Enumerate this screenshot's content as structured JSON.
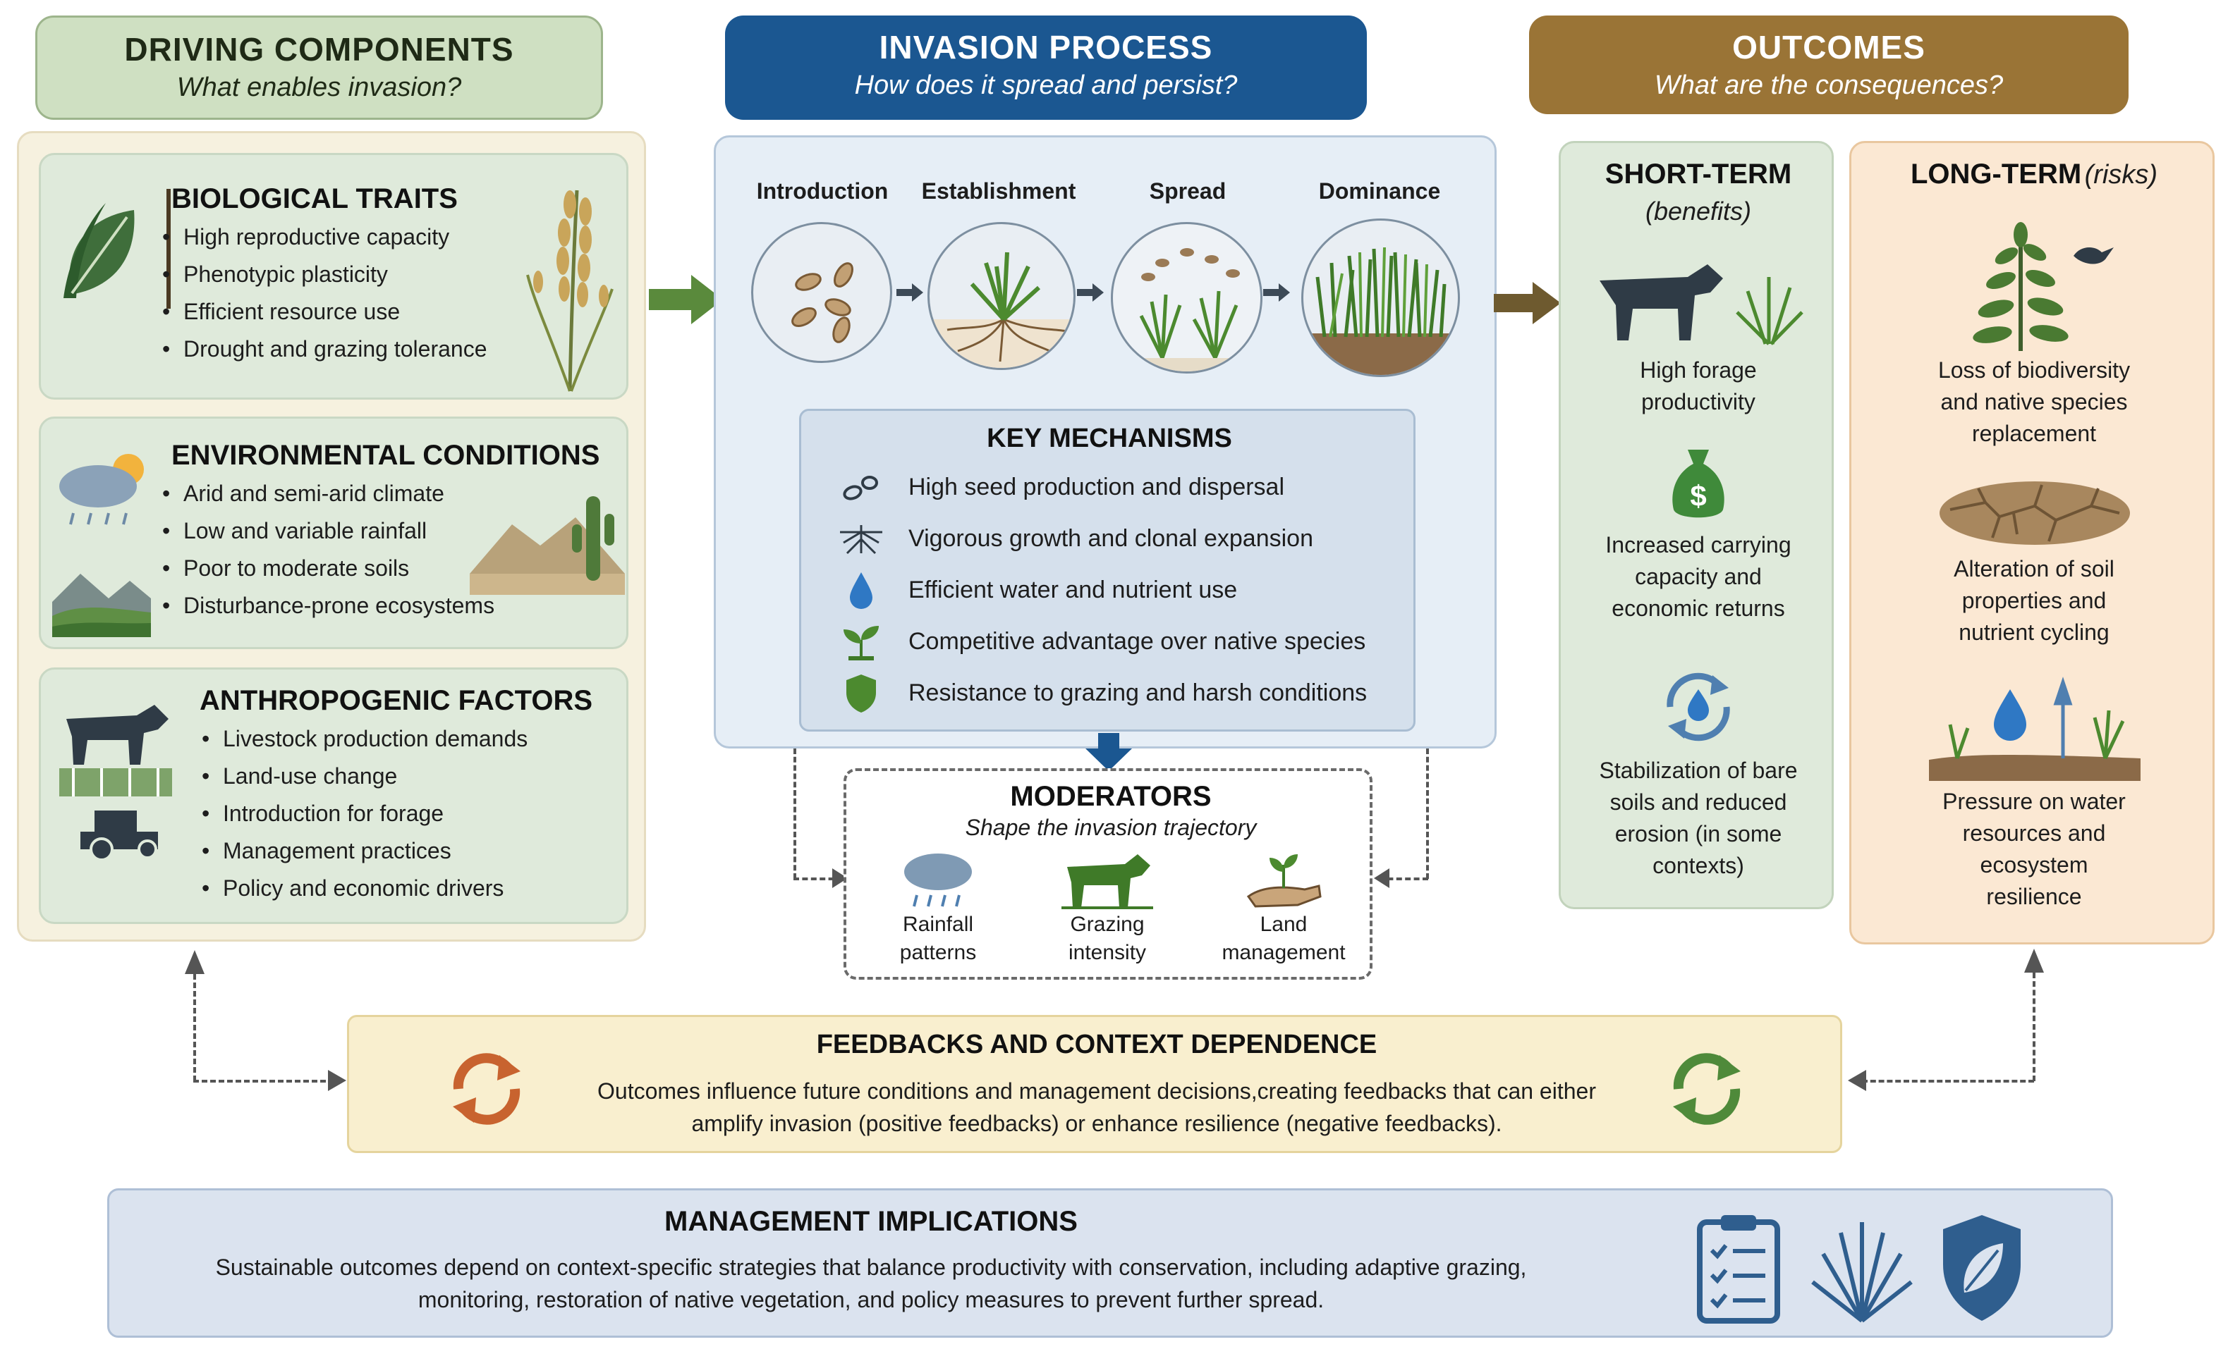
{
  "driving": {
    "title": "DRIVING COMPONENTS",
    "subtitle": "What enables invasion?",
    "biological": {
      "title": "BIOLOGICAL TRAITS",
      "items": [
        "High reproductive capacity",
        "Phenotypic plasticity",
        "Efficient resource use",
        "Drought and grazing tolerance"
      ]
    },
    "environmental": {
      "title": "ENVIRONMENTAL CONDITIONS",
      "items": [
        "Arid and semi-arid climate",
        "Low and variable rainfall",
        "Poor to moderate soils",
        "Disturbance-prone ecosystems"
      ]
    },
    "anthropogenic": {
      "title": "ANTHROPOGENIC FACTORS",
      "items": [
        "Livestock production demands",
        "Land-use change",
        "Introduction for forage",
        "Management practices",
        "Policy and economic drivers"
      ]
    }
  },
  "invasion": {
    "title": "INVASION PROCESS",
    "subtitle": "How does it spread and persist?",
    "stages": [
      "Introduction",
      "Establishment",
      "Spread",
      "Dominance"
    ],
    "mechanisms": {
      "title": "KEY MECHANISMS",
      "items": [
        {
          "icon": "seeds-icon",
          "text": "High seed production and dispersal"
        },
        {
          "icon": "roots-icon",
          "text": "Vigorous growth and clonal expansion"
        },
        {
          "icon": "water-drop-icon",
          "text": "Efficient water and nutrient use"
        },
        {
          "icon": "seedling-icon",
          "text": "Competitive advantage over native species"
        },
        {
          "icon": "shield-icon",
          "text": "Resistance to grazing and harsh conditions"
        }
      ]
    }
  },
  "moderators": {
    "title": "MODERATORS",
    "subtitle": "Shape the invasion trajectory",
    "items": [
      {
        "icon": "rain-cloud-icon",
        "label1": "Rainfall",
        "label2": "patterns"
      },
      {
        "icon": "cow-icon",
        "label1": "Grazing",
        "label2": "intensity"
      },
      {
        "icon": "hand-plant-icon",
        "label1": "Land",
        "label2": "management"
      }
    ]
  },
  "outcomes": {
    "title": "OUTCOMES",
    "subtitle": "What are the consequences?",
    "short_term": {
      "title": "SHORT-TERM",
      "subtitle": "(benefits)",
      "items": [
        [
          "High forage",
          "productivity"
        ],
        [
          "Increased carrying",
          "capacity and",
          "economic returns"
        ],
        [
          "Stabilization of bare",
          "soils and reduced",
          "erosion (in some",
          "contexts)"
        ]
      ]
    },
    "long_term": {
      "title": "LONG-TERM",
      "subtitle": "(risks)",
      "items": [
        [
          "Loss of biodiversity",
          "and native species",
          "replacement"
        ],
        [
          "Alteration of soil",
          "properties and",
          "nutrient cycling"
        ],
        [
          "Pressure on water",
          "resources and",
          "ecosystem",
          "resilience"
        ]
      ]
    }
  },
  "feedbacks": {
    "title": "FEEDBACKS AND CONTEXT DEPENDENCE",
    "line1": "Outcomes influence future conditions and management decisions,creating feedbacks that can either",
    "line2": "amplify invasion (positive feedbacks) or enhance resilience (negative feedbacks)."
  },
  "management": {
    "title": "MANAGEMENT IMPLICATIONS",
    "line1": "Sustainable outcomes depend on context-specific strategies that balance productivity with conservation, including adaptive grazing,",
    "line2": "monitoring, restoration of native vegetation, and policy measures to prevent further spread."
  },
  "colors": {
    "green_header": "#cfe0c2",
    "blue_header": "#1b5791",
    "brown_header": "#9a7436",
    "driving_panel": "#f6f1df",
    "invasion_panel": "#e6eef6",
    "short_term_panel": "#dfeadb",
    "long_term_panel": "#fbe8d3",
    "feedback_panel": "#f9efcf",
    "management_panel": "#dbe3ef"
  }
}
